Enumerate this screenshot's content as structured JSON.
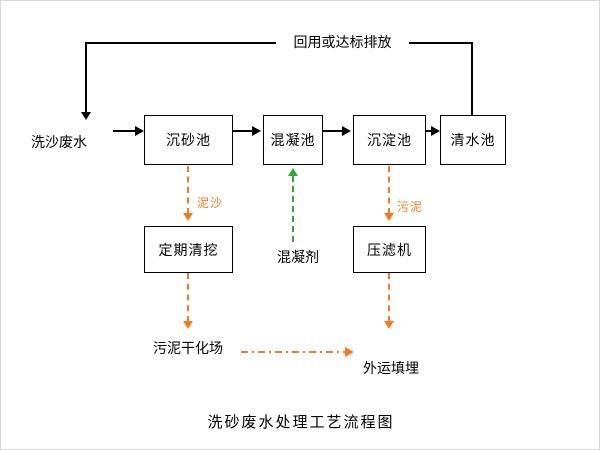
{
  "title": "洗砂废水处理工艺流程图",
  "colors": {
    "line": "#000000",
    "sludge": "#F47920",
    "coagulant": "#2EA836"
  },
  "feedback": {
    "label": "回用或达标排放"
  },
  "input": {
    "label": "洗沙废水"
  },
  "process_boxes": [
    {
      "label": "沉砂池"
    },
    {
      "label": "混凝池"
    },
    {
      "label": "沉淀池"
    },
    {
      "label": "清水池"
    }
  ],
  "secondary_boxes": [
    {
      "label": "定期清挖"
    },
    {
      "label": "压滤机"
    }
  ],
  "flow_labels": {
    "sediment": "泥沙",
    "sludge": "污泥",
    "coagulant": "混凝剂",
    "drying_field": "污泥干化场",
    "landfill": "外运填埋"
  }
}
